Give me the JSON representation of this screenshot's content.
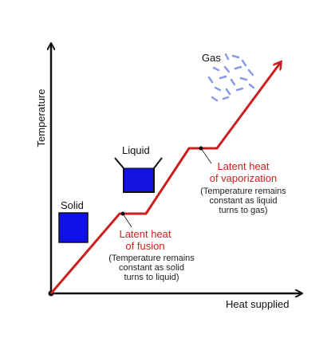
{
  "axes": {
    "y_label": "Temperature",
    "x_label": "Heat supplied"
  },
  "states": {
    "solid": "Solid",
    "liquid": "Liquid",
    "gas": "Gas"
  },
  "fusion": {
    "title_line1": "Latent heat",
    "title_line2": "of fusion",
    "note_line1": "(Temperature remains",
    "note_line2": "constant as solid",
    "note_line3": "turns to liquid)"
  },
  "vaporization": {
    "title_line1": "Latent heat",
    "title_line2": "of vaporization",
    "note_line1": "(Temperature remains",
    "note_line2": "constant as liquid",
    "note_line3": "turns to gas)"
  },
  "colors": {
    "curve": "#cc1f1f",
    "solid_fill": "#1010e8",
    "liquid_fill": "#1414e0",
    "gas_particles": "#8a9ae8",
    "axis": "#111111",
    "latent_text": "#cc1f1f"
  }
}
